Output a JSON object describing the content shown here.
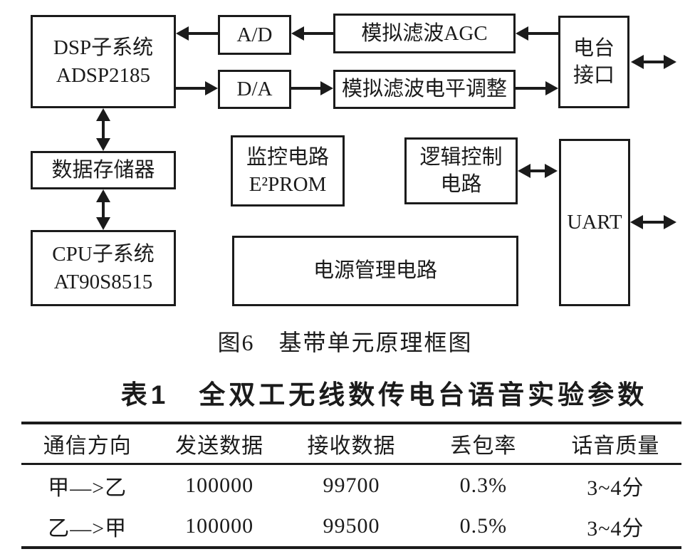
{
  "figure": {
    "caption": "图6　基带单元原理框图"
  },
  "diagram": {
    "boxes": {
      "dsp": "DSP子系统\nADSP2185",
      "ad": "A/D",
      "agc": "模拟滤波AGC",
      "radio_interface": "电台\n接口",
      "da": "D/A",
      "level_adjust": "模拟滤波电平调整",
      "data_memory": "数据存储器",
      "monitor": "监控电路\nE²PROM",
      "logic_control": "逻辑控制\n电路",
      "uart": "UART",
      "cpu": "CPU子系统\nAT90S8515",
      "power": "电源管理电路"
    }
  },
  "table": {
    "title": "表1　全双工无线数传电台语音实验参数",
    "headers": [
      "通信方向",
      "发送数据",
      "接收数据",
      "丢包率",
      "话音质量"
    ],
    "rows": [
      [
        "甲—>乙",
        "100000",
        "99700",
        "0.3%",
        "3~4分"
      ],
      [
        "乙—>甲",
        "100000",
        "99500",
        "0.5%",
        "3~4分"
      ]
    ]
  },
  "colors": {
    "ink": "#1b1b1b",
    "paper": "#ffffff"
  }
}
